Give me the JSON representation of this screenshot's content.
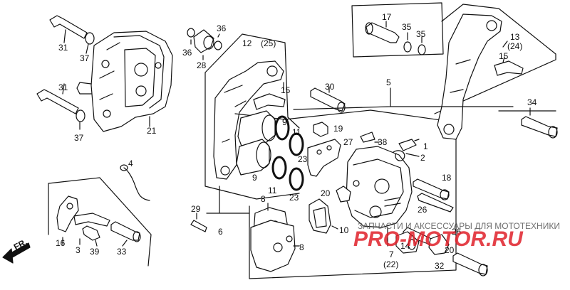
{
  "diagram": {
    "callouts": [
      {
        "id": "31a",
        "text": "31"
      },
      {
        "id": "37a",
        "text": "37"
      },
      {
        "id": "31b",
        "text": "31"
      },
      {
        "id": "37b",
        "text": "37"
      },
      {
        "id": "21",
        "text": "21"
      },
      {
        "id": "36a",
        "text": "36"
      },
      {
        "id": "36b",
        "text": "36"
      },
      {
        "id": "28",
        "text": "28"
      },
      {
        "id": "12",
        "text": "12"
      },
      {
        "id": "25p",
        "text": "(25)"
      },
      {
        "id": "15a",
        "text": "15"
      },
      {
        "id": "30",
        "text": "30"
      },
      {
        "id": "9a",
        "text": "9"
      },
      {
        "id": "9b",
        "text": "9"
      },
      {
        "id": "11a",
        "text": "11"
      },
      {
        "id": "11b",
        "text": "11"
      },
      {
        "id": "23a",
        "text": "23"
      },
      {
        "id": "23b",
        "text": "23"
      },
      {
        "id": "19",
        "text": "19"
      },
      {
        "id": "27",
        "text": "27"
      },
      {
        "id": "38",
        "text": "38"
      },
      {
        "id": "1",
        "text": "1"
      },
      {
        "id": "2",
        "text": "2"
      },
      {
        "id": "5",
        "text": "5"
      },
      {
        "id": "17",
        "text": "17"
      },
      {
        "id": "35a",
        "text": "35"
      },
      {
        "id": "35b",
        "text": "35"
      },
      {
        "id": "13",
        "text": "13"
      },
      {
        "id": "24p",
        "text": "(24)"
      },
      {
        "id": "15b",
        "text": "15"
      },
      {
        "id": "34",
        "text": "34"
      },
      {
        "id": "18",
        "text": "18"
      },
      {
        "id": "26a",
        "text": "26"
      },
      {
        "id": "20a",
        "text": "20"
      },
      {
        "id": "10",
        "text": "10"
      },
      {
        "id": "8a",
        "text": "8"
      },
      {
        "id": "8b",
        "text": "8"
      },
      {
        "id": "6",
        "text": "6"
      },
      {
        "id": "29",
        "text": "29"
      },
      {
        "id": "4",
        "text": "4"
      },
      {
        "id": "16",
        "text": "16"
      },
      {
        "id": "3",
        "text": "3"
      },
      {
        "id": "39",
        "text": "39"
      },
      {
        "id": "33",
        "text": "33"
      },
      {
        "id": "26b",
        "text": "26"
      },
      {
        "id": "14",
        "text": "14"
      },
      {
        "id": "7",
        "text": "7"
      },
      {
        "id": "22p",
        "text": "(22)"
      },
      {
        "id": "20b",
        "text": "20"
      },
      {
        "id": "32",
        "text": "32"
      }
    ],
    "direction_label": "FR.",
    "watermark": {
      "caption": "ЗАПЧАСТИ И АКСЕССУАРЫ ДЛЯ МОТОТЕХНИКИ",
      "site": "PRO-MOTOR.RU",
      "color": "#e0202a"
    }
  }
}
